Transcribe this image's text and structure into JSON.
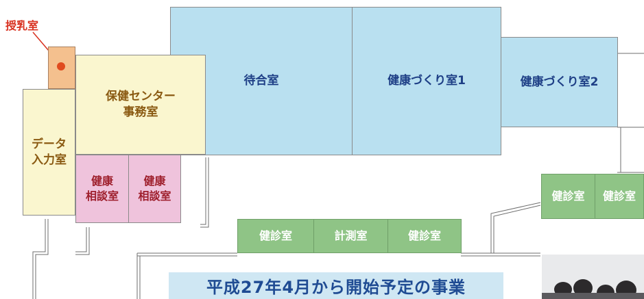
{
  "lactation_label": "授乳室",
  "rooms": {
    "waiting": "待合室",
    "health_room_1": "健康づくり室1",
    "health_room_2": "健康づくり室2",
    "office": "保健センター\n事務室",
    "data_entry": "データ\n入力室",
    "consult_1": "健康\n相談室",
    "consult_2": "健康\n相談室",
    "checkup_a": "健診室",
    "measurement": "計測室",
    "checkup_b": "健診室",
    "checkup_c": "健診室",
    "checkup_d": "健診室"
  },
  "banner": "平成27年4月から開始予定の事業",
  "colors": {
    "blue_room": "#b9e0f0",
    "yellow_room": "#faf6cf",
    "pink_room": "#efc3dc",
    "green_room": "#8fc486",
    "orange_room": "#f4c08e",
    "label_red": "#d8301f",
    "banner_bg": "#cfe7f3"
  }
}
